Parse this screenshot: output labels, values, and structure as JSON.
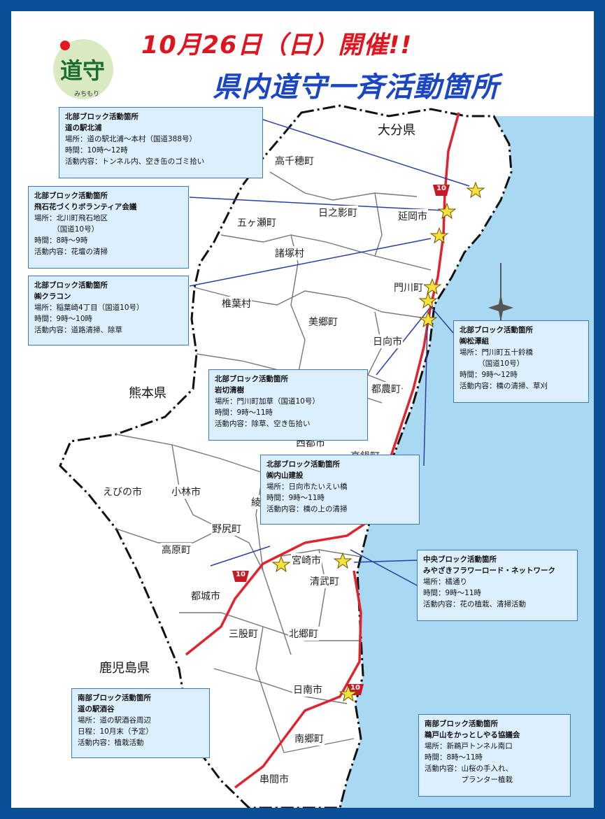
{
  "title": {
    "date": "10月26日（日）開催!!",
    "main": "県内道守一斉活動箇所"
  },
  "logo": {
    "text": "道守",
    "ruby": "みちもり"
  },
  "colors": {
    "frame": "#0a4f98",
    "sea": "#a9d8f2",
    "road": "#e0232f",
    "box_bg": "#dcefff",
    "box_border": "#3b7bbd",
    "star": "#f8e13a",
    "title_red": "#e0141e",
    "title_blue": "#1a46c4"
  },
  "prefectures": [
    "大分県",
    "熊本県",
    "鹿児島県"
  ],
  "towns": [
    "高千穂町",
    "日之影町",
    "延岡市",
    "五ヶ瀬町",
    "諸塚村",
    "門川町",
    "椎葉村",
    "美郷町",
    "日向市",
    "都農町",
    "西都市",
    "高鍋町",
    "えびの市",
    "小林市",
    "綾町",
    "野尻町",
    "高原町",
    "宮崎市",
    "清武町",
    "都城市",
    "三股町",
    "北郷町",
    "日南市",
    "南郷町",
    "串間市"
  ],
  "road_sign": "10",
  "boxes": [
    {
      "block": "北部ブロック活動箇所",
      "name": "道の駅北浦",
      "lines": [
        "場所：道の駅北浦～本村（国道388号）",
        "時間：10時～12時",
        "活動内容：トンネル内、空き缶のゴミ拾い"
      ]
    },
    {
      "block": "北部ブロック活動箇所",
      "name": "飛石花づくりボランティア会議",
      "lines": [
        "場所：北川町飛石地区",
        "　　　（国道10号）",
        "時間：8時～9時",
        "活動内容：花壇の清掃"
      ]
    },
    {
      "block": "北部ブロック活動箇所",
      "name": "㈱クラコン",
      "lines": [
        "場所：稲葉崎4丁目（国道10号）",
        "時間：9時～10時",
        "活動内容：道路清掃、除草"
      ]
    },
    {
      "block": "北部ブロック活動箇所",
      "name": "㈱松澤組",
      "lines": [
        "場所：門川町五十鈴橋",
        "　　　（国道10号）",
        "時間：9時～12時",
        "活動内容：橋の清掃、草刈"
      ]
    },
    {
      "block": "北部ブロック活動箇所",
      "name": "岩切清樹",
      "lines": [
        "場所：門川町加草（国道10号）",
        "時間：9時～11時",
        "活動内容：除草、空き缶拾い"
      ]
    },
    {
      "block": "北部ブロック活動箇所",
      "name": "㈱内山建設",
      "lines": [
        "場所：日向市たいえい橋",
        "時間：9時～11時",
        "活動内容：橋の上の清掃"
      ]
    },
    {
      "block": "中央ブロック活動箇所",
      "name": "みやざきフラワーロード・ネットワーク",
      "lines": [
        "場所：橘通り",
        "時間：9時～11時",
        "活動内容：花の植栽、清掃活動"
      ]
    },
    {
      "block": "南部ブロック活動箇所",
      "name": "道の駅酒谷",
      "lines": [
        "場所：道の駅酒谷周辺",
        "日程：10月末（予定）",
        "活動内容：植栽活動"
      ]
    },
    {
      "block": "南部ブロック活動箇所",
      "name": "鵜戸山をかっとしやる協議会",
      "lines": [
        "場所：新鵜戸トンネル南口",
        "時間：8時～11時",
        "活動内容：山桜の手入れ、",
        "　　　　　プランター植栽"
      ]
    }
  ]
}
